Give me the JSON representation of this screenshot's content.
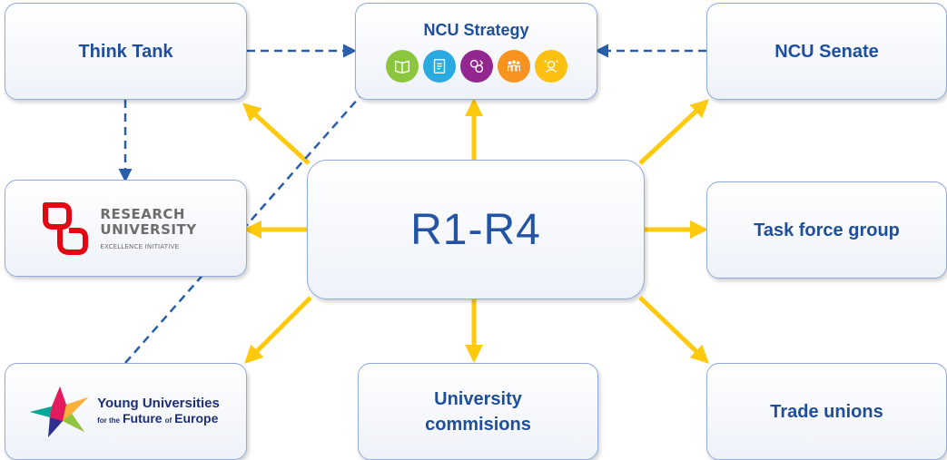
{
  "diagram": {
    "center": {
      "label": "R1-R4"
    },
    "nodes": {
      "think_tank": {
        "label": "Think Tank"
      },
      "strategy": {
        "label": "NCU Strategy",
        "icons": [
          {
            "name": "book-icon",
            "color": "#8cc63f"
          },
          {
            "name": "document-icon",
            "color": "#29abe2"
          },
          {
            "name": "exchange-icon",
            "color": "#92278f"
          },
          {
            "name": "people-icon",
            "color": "#f7931e"
          },
          {
            "name": "person-network-icon",
            "color": "#fcc010"
          }
        ]
      },
      "senate": {
        "label": "NCU Senate"
      },
      "research_university": {
        "logo_lines": [
          "RESEARCH",
          "UNIVERSITY"
        ],
        "logo_sub": "EXCELLENCE INITIATIVE"
      },
      "task_force": {
        "label": "Task force group"
      },
      "yufe": {
        "line1": "Young Universities",
        "line2_small": "for the",
        "line2_main": "Future",
        "line2_small2": "of",
        "line2_end": "Europe"
      },
      "commissions": {
        "label_line1": "University",
        "label_line2": "commisions"
      },
      "trade_unions": {
        "label": "Trade unions"
      }
    },
    "colors": {
      "arrow": "#ffc90e",
      "dashed": "#2a5ea8",
      "box_border": "#8faadc",
      "text": "#1f4e9a",
      "ru_logo_red": "#e30613"
    }
  }
}
